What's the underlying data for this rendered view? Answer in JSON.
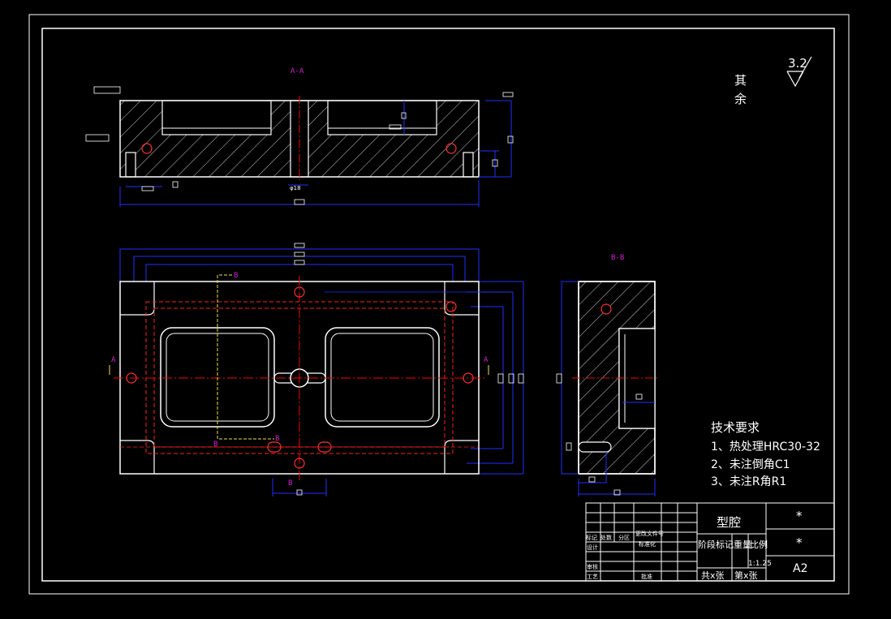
{
  "colors": {
    "background": "#000000",
    "outline": "#ffffff",
    "dimension": "#0000ff",
    "centerline": "#ff0000",
    "section_label": "#d020d0",
    "hidden": "#ff0000"
  },
  "views": {
    "section_aa_title": "A-A",
    "section_bb_title": "B-B",
    "cut_mark_a": "A",
    "cut_mark_b": "B"
  },
  "roughness": {
    "value": "3.2",
    "rest_char1": "其",
    "rest_char2": "余"
  },
  "requirements": {
    "title": "技术要求",
    "items": [
      "1、热处理HRC30-32",
      "2、未注倒角C1",
      "3、未注R角R1"
    ]
  },
  "title_block": {
    "part_name": "型腔",
    "material": "*",
    "code": "*",
    "sheet_size": "A2",
    "stage_label": "阶段标记",
    "weight_label": "重量",
    "scale_label": "比例",
    "scale_value": "1:1.25",
    "total_sheets": "共x张",
    "sheet_no": "第x张",
    "mark_label": "标记",
    "count_label": "处数",
    "zone_label": "分区",
    "change_doc_label": "更改文件号",
    "design_label": "设计",
    "standardize_label": "标准化",
    "review_label": "审核",
    "process_label": "工艺",
    "approve_label": "批准"
  }
}
